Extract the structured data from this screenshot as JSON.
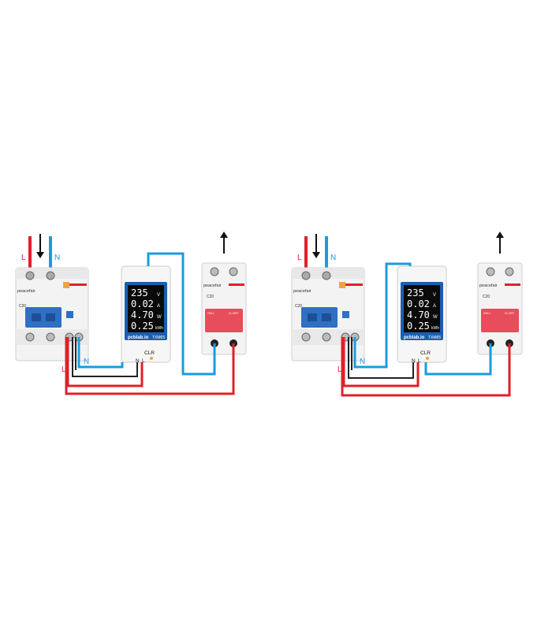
{
  "wiring_diagrams": [
    {
      "breaker": {
        "brand": "peacefair",
        "rating": "C20",
        "label_L_in": "L",
        "label_N_in": "N",
        "label_L_out": "L",
        "label_N_out": "N"
      },
      "meter": {
        "readings": [
          {
            "value": "235",
            "unit": "V"
          },
          {
            "value": "0.02",
            "unit": "A"
          },
          {
            "value": "4.70",
            "unit": "W"
          },
          {
            "value": "0.25",
            "unit": "kWh"
          }
        ],
        "brand": "pcblab.io",
        "model": "TXM65",
        "terminal_N": "N",
        "terminal_L": "L",
        "terminal_CLR": "CLR"
      },
      "switch": {
        "brand": "peacefair",
        "rating": "C20",
        "on_label": "ON-I",
        "off_label": "O-OFF"
      }
    },
    {
      "breaker": {
        "brand": "peacefair",
        "rating": "C20",
        "label_L_in": "L",
        "label_N_in": "N",
        "label_L_out": "L",
        "label_N_out": "N"
      },
      "meter": {
        "readings": [
          {
            "value": "235",
            "unit": "V"
          },
          {
            "value": "0.02",
            "unit": "A"
          },
          {
            "value": "4.70",
            "unit": "W"
          },
          {
            "value": "0.25",
            "unit": "kWh"
          }
        ],
        "brand": "pcblab.io",
        "model": "TXM65",
        "terminal_N": "N",
        "terminal_L": "L",
        "terminal_CLR": "CLR"
      },
      "switch": {
        "brand": "peacefair",
        "rating": "C20",
        "on_label": "ON-I",
        "off_label": "O-OFF"
      }
    }
  ],
  "colors": {
    "live_wire": "#e0202a",
    "neutral_wire": "#1a9be0",
    "signal_wire": "#222222",
    "breaker_blue": "#2f6fc4",
    "switch_red": "#e84d5b",
    "meter_panel": "#1b5fb0"
  }
}
